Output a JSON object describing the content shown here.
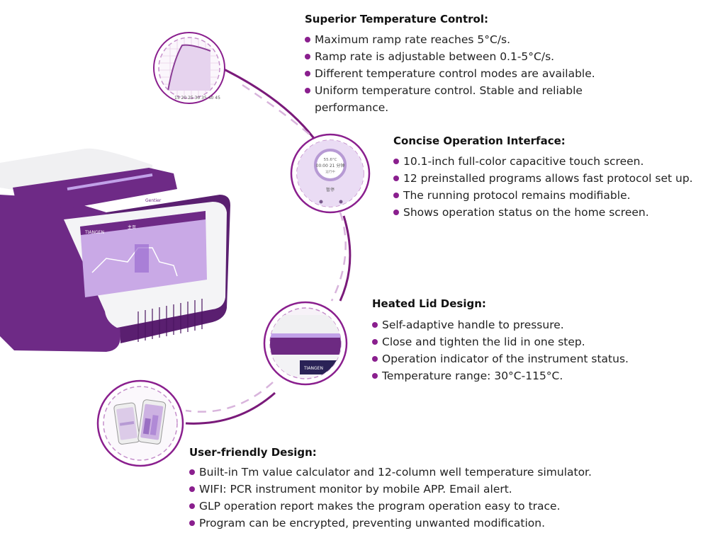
{
  "colors": {
    "accent": "#8a1f8e",
    "arc": "#7a1a7a",
    "dash": "#d8b4dc",
    "device": "#6e2a86",
    "screen": "#c9a9e6"
  },
  "sections": [
    {
      "title": "Superior Temperature Control:",
      "items": [
        "Maximum ramp rate reaches 5°C/s.",
        "Ramp rate is adjustable between 0.1-5°C/s.",
        "Different temperature control modes are available.",
        "Uniform temperature control. Stable and reliable performance."
      ]
    },
    {
      "title": "Concise Operation Interface:",
      "items": [
        "10.1-inch full-color capacitive touch screen.",
        "12 preinstalled programs allows fast protocol set up.",
        "The running protocol remains modifiable.",
        "Shows operation status on the home screen."
      ]
    },
    {
      "title": "Heated Lid Design:",
      "items": [
        "Self-adaptive handle to pressure.",
        "Close and tighten the lid in one step.",
        " Operation indicator of the instrument status.",
        "Temperature range: 30°C-115°C."
      ]
    },
    {
      "title": "User-friendly Design:",
      "items": [
        "Built-in Tm value calculator and 12-column well temperature simulator.",
        "WIFI: PCR instrument monitor by mobile APP. Email alert.",
        "GLP operation report makes the program operation easy to trace.",
        "Program can be encrypted, preventing unwanted modification."
      ]
    }
  ],
  "device": {
    "brand": "TIANGEN",
    "top_label": "Gentier",
    "screen_title": "主页"
  },
  "thumb_graph": {
    "axis_ticks": "15 20 25 30 35 40 45"
  },
  "thumb_interface": {
    "ring_top": "55.6°C",
    "ring_mid": "00:00 21 分钟",
    "ring_low": "运行中",
    "button": "暂停"
  },
  "thumb_lid": {
    "brand": "TIANGEN"
  }
}
